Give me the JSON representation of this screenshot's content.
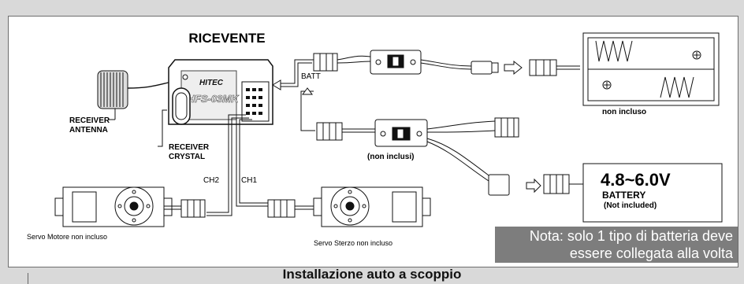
{
  "title": "RICEVENTE",
  "receiver": {
    "brand": "HITEC",
    "model": "HFS-03MK",
    "antenna_label": [
      "RECEIVER",
      "ANTENNA"
    ],
    "crystal_label": [
      "RECEIVER",
      "CRYSTAL"
    ]
  },
  "connections": {
    "batt": "BATT",
    "ch1": "CH1",
    "ch2": "CH2"
  },
  "labels": {
    "battery_box_not_included": "non incluso",
    "switches_not_included": "(non inclusi)",
    "servo_motor": "Servo Motore non incluso",
    "servo_steering": "Servo Sterzo non incluso"
  },
  "battery": {
    "voltage": "4.8~6.0V",
    "name": "BATTERY",
    "note": "(Not included)"
  },
  "note": {
    "line1": "Nota: solo 1 tipo di batteria deve",
    "line2": "essere collegata alla volta"
  },
  "footer": "Installazione auto a scoppio",
  "colors": {
    "background": "#d9d9d9",
    "panel": "#ffffff",
    "note_bg": "#7d7d7d",
    "line": "#111111"
  }
}
